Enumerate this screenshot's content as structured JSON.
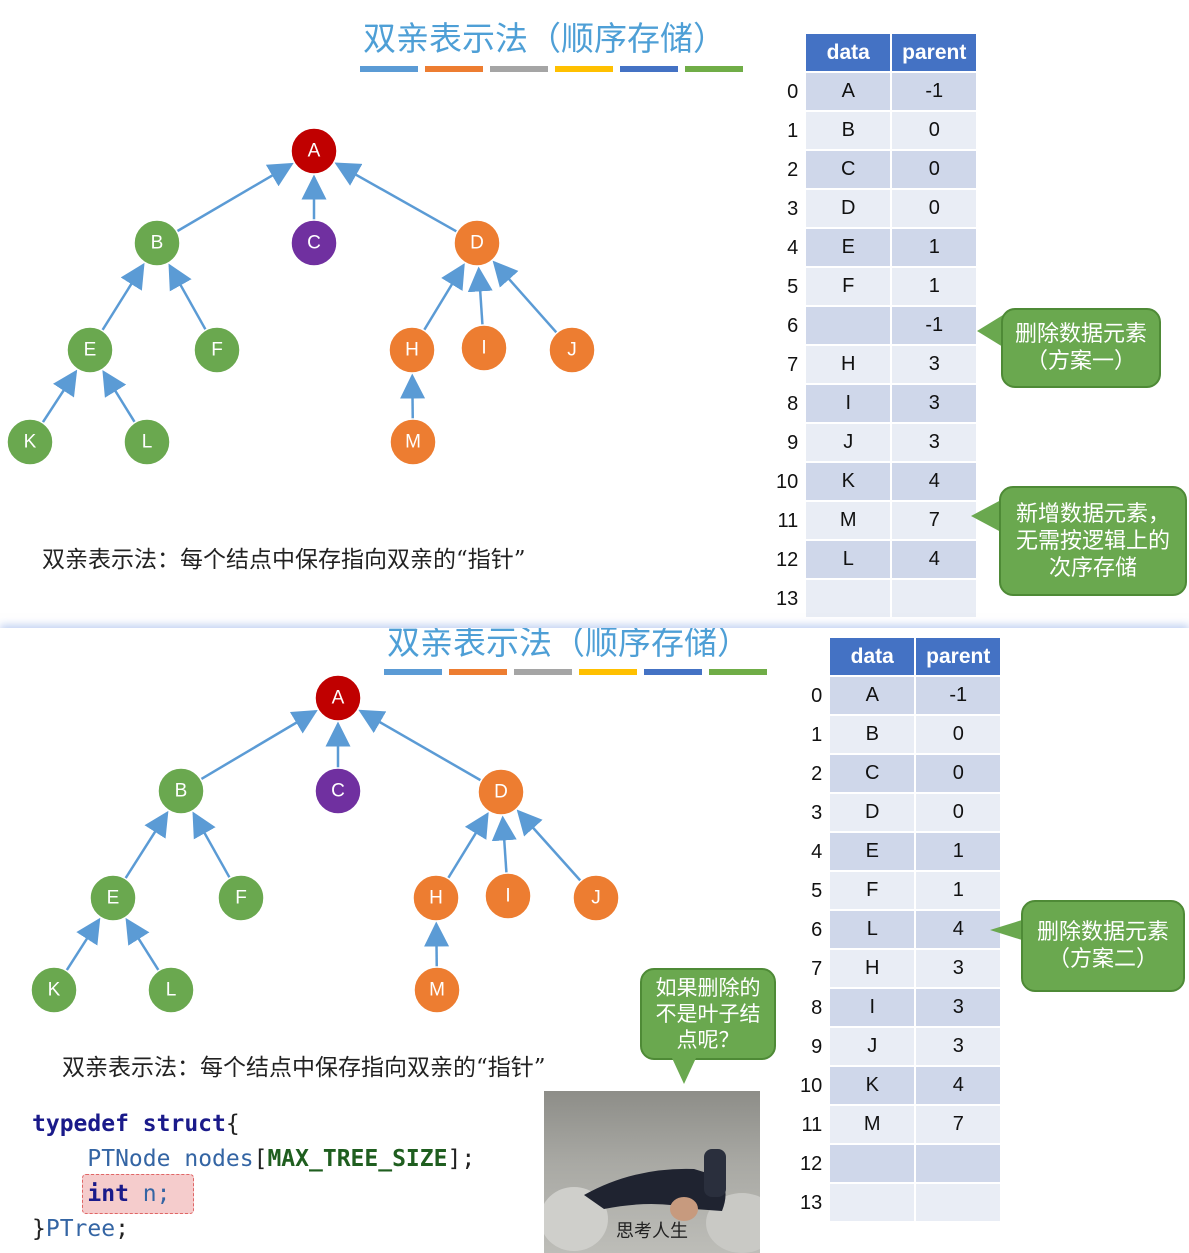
{
  "top": {
    "title": "双亲表示法（顺序存储）",
    "caption": "双亲表示法：每个结点中保存指向双亲的“指针”",
    "table": {
      "headers": [
        "data",
        "parent"
      ],
      "rows": [
        {
          "i": "0",
          "data": "A",
          "parent": "-1"
        },
        {
          "i": "1",
          "data": "B",
          "parent": "0"
        },
        {
          "i": "2",
          "data": "C",
          "parent": "0"
        },
        {
          "i": "3",
          "data": "D",
          "parent": "0"
        },
        {
          "i": "4",
          "data": "E",
          "parent": "1"
        },
        {
          "i": "5",
          "data": "F",
          "parent": "1"
        },
        {
          "i": "6",
          "data": "",
          "parent": "-1"
        },
        {
          "i": "7",
          "data": "H",
          "parent": "3"
        },
        {
          "i": "8",
          "data": "I",
          "parent": "3"
        },
        {
          "i": "9",
          "data": "J",
          "parent": "3"
        },
        {
          "i": "10",
          "data": "K",
          "parent": "4"
        },
        {
          "i": "11",
          "data": "M",
          "parent": "7"
        },
        {
          "i": "12",
          "data": "L",
          "parent": "4"
        },
        {
          "i": "13",
          "data": "",
          "parent": ""
        }
      ]
    },
    "bubble_delete": "删除数据元素（方案一）",
    "bubble_add": "新增数据元素，无需按逻辑上的次序存储"
  },
  "bottom": {
    "title": "双亲表示法（顺序存储）",
    "caption": "双亲表示法：每个结点中保存指向双亲的“指针”",
    "table": {
      "headers": [
        "data",
        "parent"
      ],
      "rows": [
        {
          "i": "0",
          "data": "A",
          "parent": "-1"
        },
        {
          "i": "1",
          "data": "B",
          "parent": "0"
        },
        {
          "i": "2",
          "data": "C",
          "parent": "0"
        },
        {
          "i": "3",
          "data": "D",
          "parent": "0"
        },
        {
          "i": "4",
          "data": "E",
          "parent": "1"
        },
        {
          "i": "5",
          "data": "F",
          "parent": "1"
        },
        {
          "i": "6",
          "data": "L",
          "parent": "4"
        },
        {
          "i": "7",
          "data": "H",
          "parent": "3"
        },
        {
          "i": "8",
          "data": "I",
          "parent": "3"
        },
        {
          "i": "9",
          "data": "J",
          "parent": "3"
        },
        {
          "i": "10",
          "data": "K",
          "parent": "4"
        },
        {
          "i": "11",
          "data": "M",
          "parent": "7"
        },
        {
          "i": "12",
          "data": "",
          "parent": ""
        },
        {
          "i": "13",
          "data": "",
          "parent": ""
        }
      ]
    },
    "bubble_delete": "删除数据元素（方案二）",
    "bubble_question": "如果删除的不是叶子结点呢？",
    "code": {
      "kw_typedef": "typedef",
      "kw_struct": "struct",
      "brace_open": "{",
      "type_ptnode": "PTNode",
      "field_nodes": "nodes",
      "bracket_open": "[",
      "macro": "MAX_TREE_SIZE",
      "bracket_close": "];",
      "kw_int": "int",
      "field_n": "n;",
      "brace_close": "}",
      "type_ptree": "PTree",
      "semicolon": ";"
    },
    "photo_caption": "思考人生"
  },
  "tree_nodes": [
    "A",
    "B",
    "C",
    "D",
    "E",
    "F",
    "H",
    "I",
    "J",
    "K",
    "L",
    "M"
  ],
  "colors": {
    "root": "#c00000",
    "green": "#6aa84f",
    "purple": "#7030a0",
    "orange": "#ed7d31",
    "edge": "#5b9bd5",
    "table_header": "#4472c4",
    "title": "#4e9fd6"
  },
  "stripe_colors": [
    "#5b9bd5",
    "#ed7d31",
    "#a5a5a5",
    "#ffc000",
    "#4472c4",
    "#70ad47"
  ]
}
